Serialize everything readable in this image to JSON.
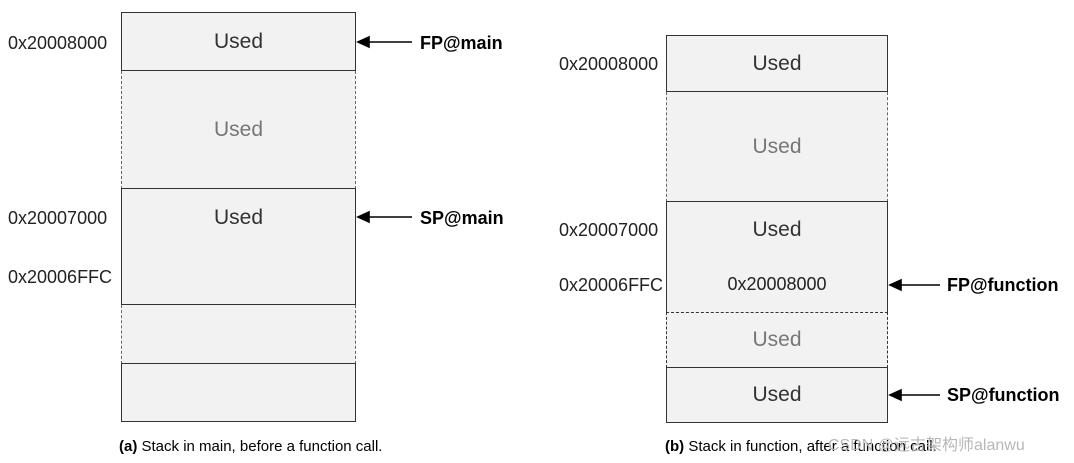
{
  "panel_a": {
    "cells": [
      {
        "text": "Used",
        "style": "solid"
      },
      {
        "text": "Used",
        "style": "faded"
      },
      {
        "text": "Used",
        "style": "solid"
      },
      {
        "text": "",
        "style": "solid"
      },
      {
        "text": "",
        "style": "solid"
      },
      {
        "text": "",
        "style": "solid"
      }
    ],
    "addresses": [
      "0x20008000",
      "0x20007000",
      "0x20006FFC"
    ],
    "pointers": [
      "FP@main",
      "SP@main"
    ],
    "caption_tag": "(a)",
    "caption_text": " Stack in main, before a function call."
  },
  "panel_b": {
    "cells": [
      {
        "text": "Used",
        "style": "solid"
      },
      {
        "text": "Used",
        "style": "faded"
      },
      {
        "text": "Used",
        "style": "solid"
      },
      {
        "text": "0x20008000",
        "style": "small"
      },
      {
        "text": "Used",
        "style": "faded"
      },
      {
        "text": "Used",
        "style": "solid"
      }
    ],
    "addresses": [
      "0x20008000",
      "0x20007000",
      "0x20006FFC"
    ],
    "pointers": [
      "FP@function",
      "SP@function"
    ],
    "caption_tag": "(b)",
    "caption_text": " Stack in function, after a function call."
  },
  "watermark": "CSDN @远古架构师alanwu",
  "colors": {
    "cell_fill": "#f2f2f2",
    "border": "#333333"
  }
}
